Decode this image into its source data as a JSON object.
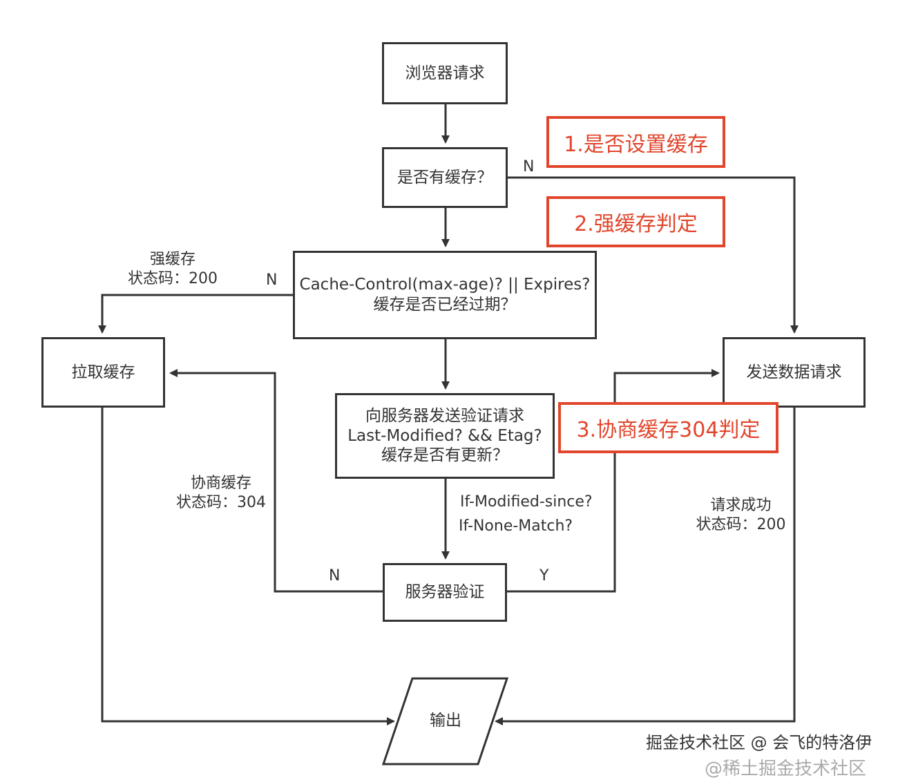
{
  "nodes": {
    "browser_request": "浏览器请求",
    "has_cache": "是否有缓存？",
    "cache_control_line1": "Cache-Control(max-age)? || Expires?",
    "cache_control_line2": "缓存是否已经过期？",
    "pull_cache": "拉取缓存",
    "send_request": "发送数据请求",
    "validate_line1": "向服务器发送验证请求",
    "validate_line2": "Last-Modified? && Etag?",
    "validate_line3": "缓存是否有更新？",
    "server_validate": "服务器验证",
    "output": "输出"
  },
  "edge_labels": {
    "no_cache_n": "N",
    "strong_cache_n": "N",
    "strong_cache_line1": "强缓存",
    "strong_cache_line2": "状态码：200",
    "negotiate_line1": "协商缓存",
    "negotiate_line2": "状态码：304",
    "server_n": "N",
    "server_y": "Y",
    "if_modified": "If-Modified-since?",
    "if_none_match": "If-None-Match?",
    "success_line1": "请求成功",
    "success_line2": "状态码：200"
  },
  "annotations": {
    "note1": "1.是否设置缓存",
    "note2": "2.强缓存判定",
    "note3": "3.协商缓存304判定"
  },
  "watermark": {
    "main": "掘金技术社区 @ 会飞的特洛伊",
    "secondary": "@稀土掘金技术社区"
  },
  "colors": {
    "annotation": "#e1452c",
    "stroke": "#333333"
  }
}
